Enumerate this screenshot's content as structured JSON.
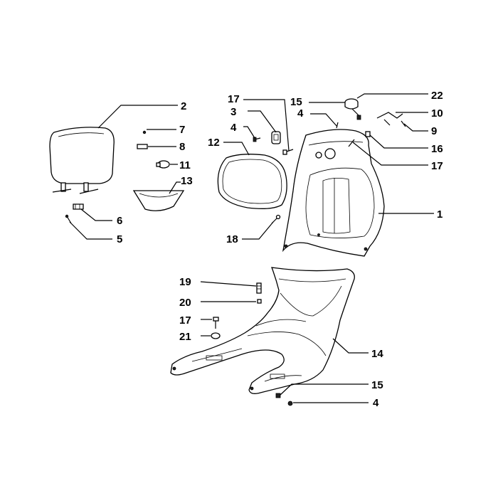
{
  "callouts": {
    "c1": "1",
    "c2": "2",
    "c3": "3",
    "c4a": "4",
    "c4b": "4",
    "c4c": "4",
    "c5": "5",
    "c6": "6",
    "c7": "7",
    "c8": "8",
    "c9": "9",
    "c10": "10",
    "c11": "11",
    "c12": "12",
    "c13": "13",
    "c14": "14",
    "c15a": "15",
    "c15b": "15",
    "c16": "16",
    "c17a": "17",
    "c17b": "17",
    "c17c": "17",
    "c18": "18",
    "c19": "19",
    "c20": "20",
    "c21": "21",
    "c22": "22"
  }
}
